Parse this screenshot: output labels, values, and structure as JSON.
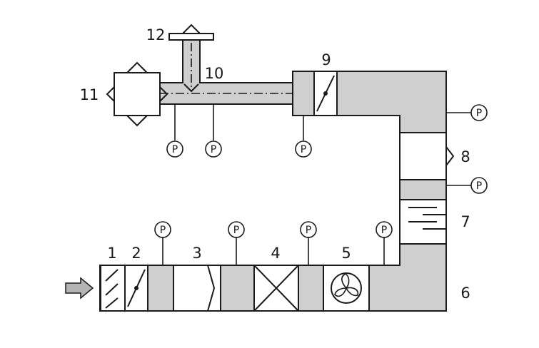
{
  "labels": {
    "n1": "1",
    "n2": "2",
    "n3": "3",
    "n4": "4",
    "n5": "5",
    "n6": "6",
    "n7": "7",
    "n8": "8",
    "n9": "9",
    "n10": "10",
    "n11": "11",
    "n12": "12"
  },
  "sensor_label": "P",
  "colors": {
    "duct": "#cfcfcf",
    "line": "#1a1a1a",
    "arrow": "#b4b4b4"
  }
}
